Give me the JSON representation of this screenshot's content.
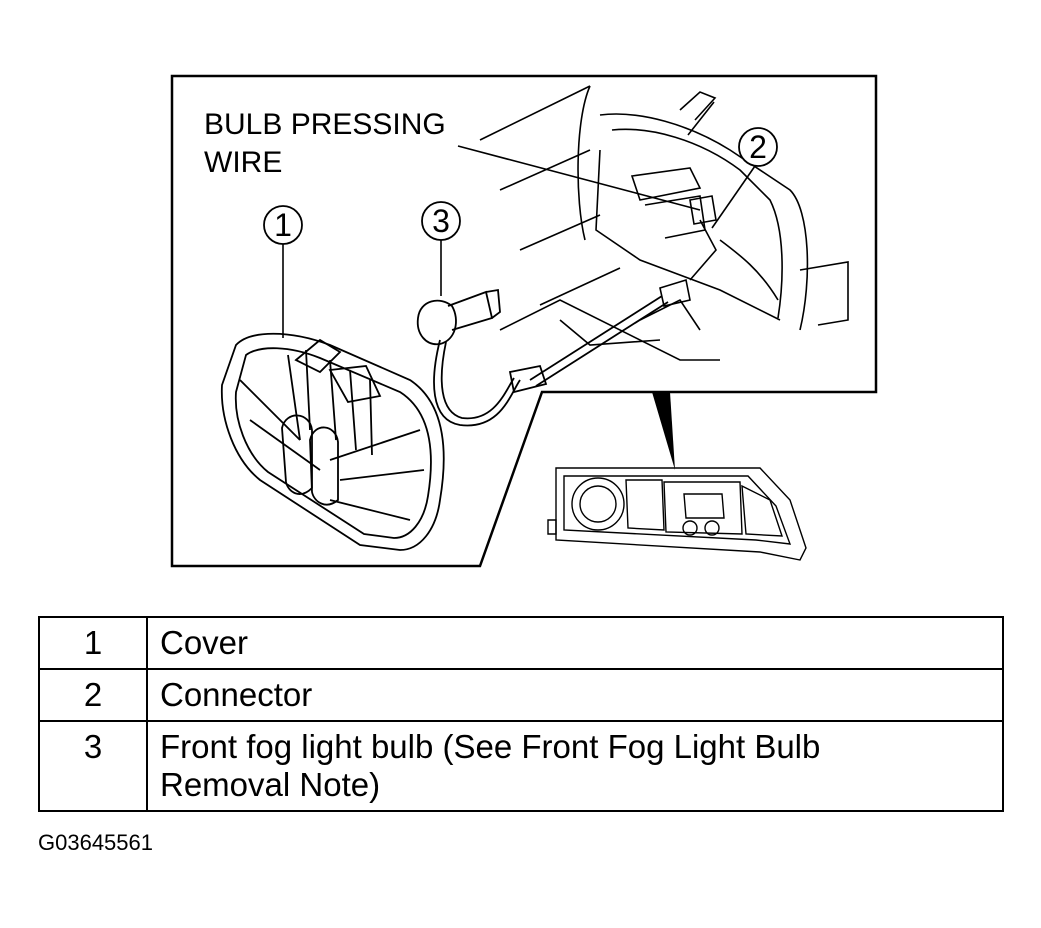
{
  "diagram": {
    "label_bulb_pressing_wire_line1": "BULB PRESSING",
    "label_bulb_pressing_wire_line2": "WIRE",
    "callouts": [
      "1",
      "2",
      "3"
    ]
  },
  "legend": {
    "rows": [
      {
        "number": "1",
        "description": "Cover"
      },
      {
        "number": "2",
        "description": "Connector"
      },
      {
        "number": "3",
        "description": "Front fog light bulb (See  Front Fog Light Bulb Removal Note)"
      }
    ]
  },
  "figure_code": "G03645561"
}
